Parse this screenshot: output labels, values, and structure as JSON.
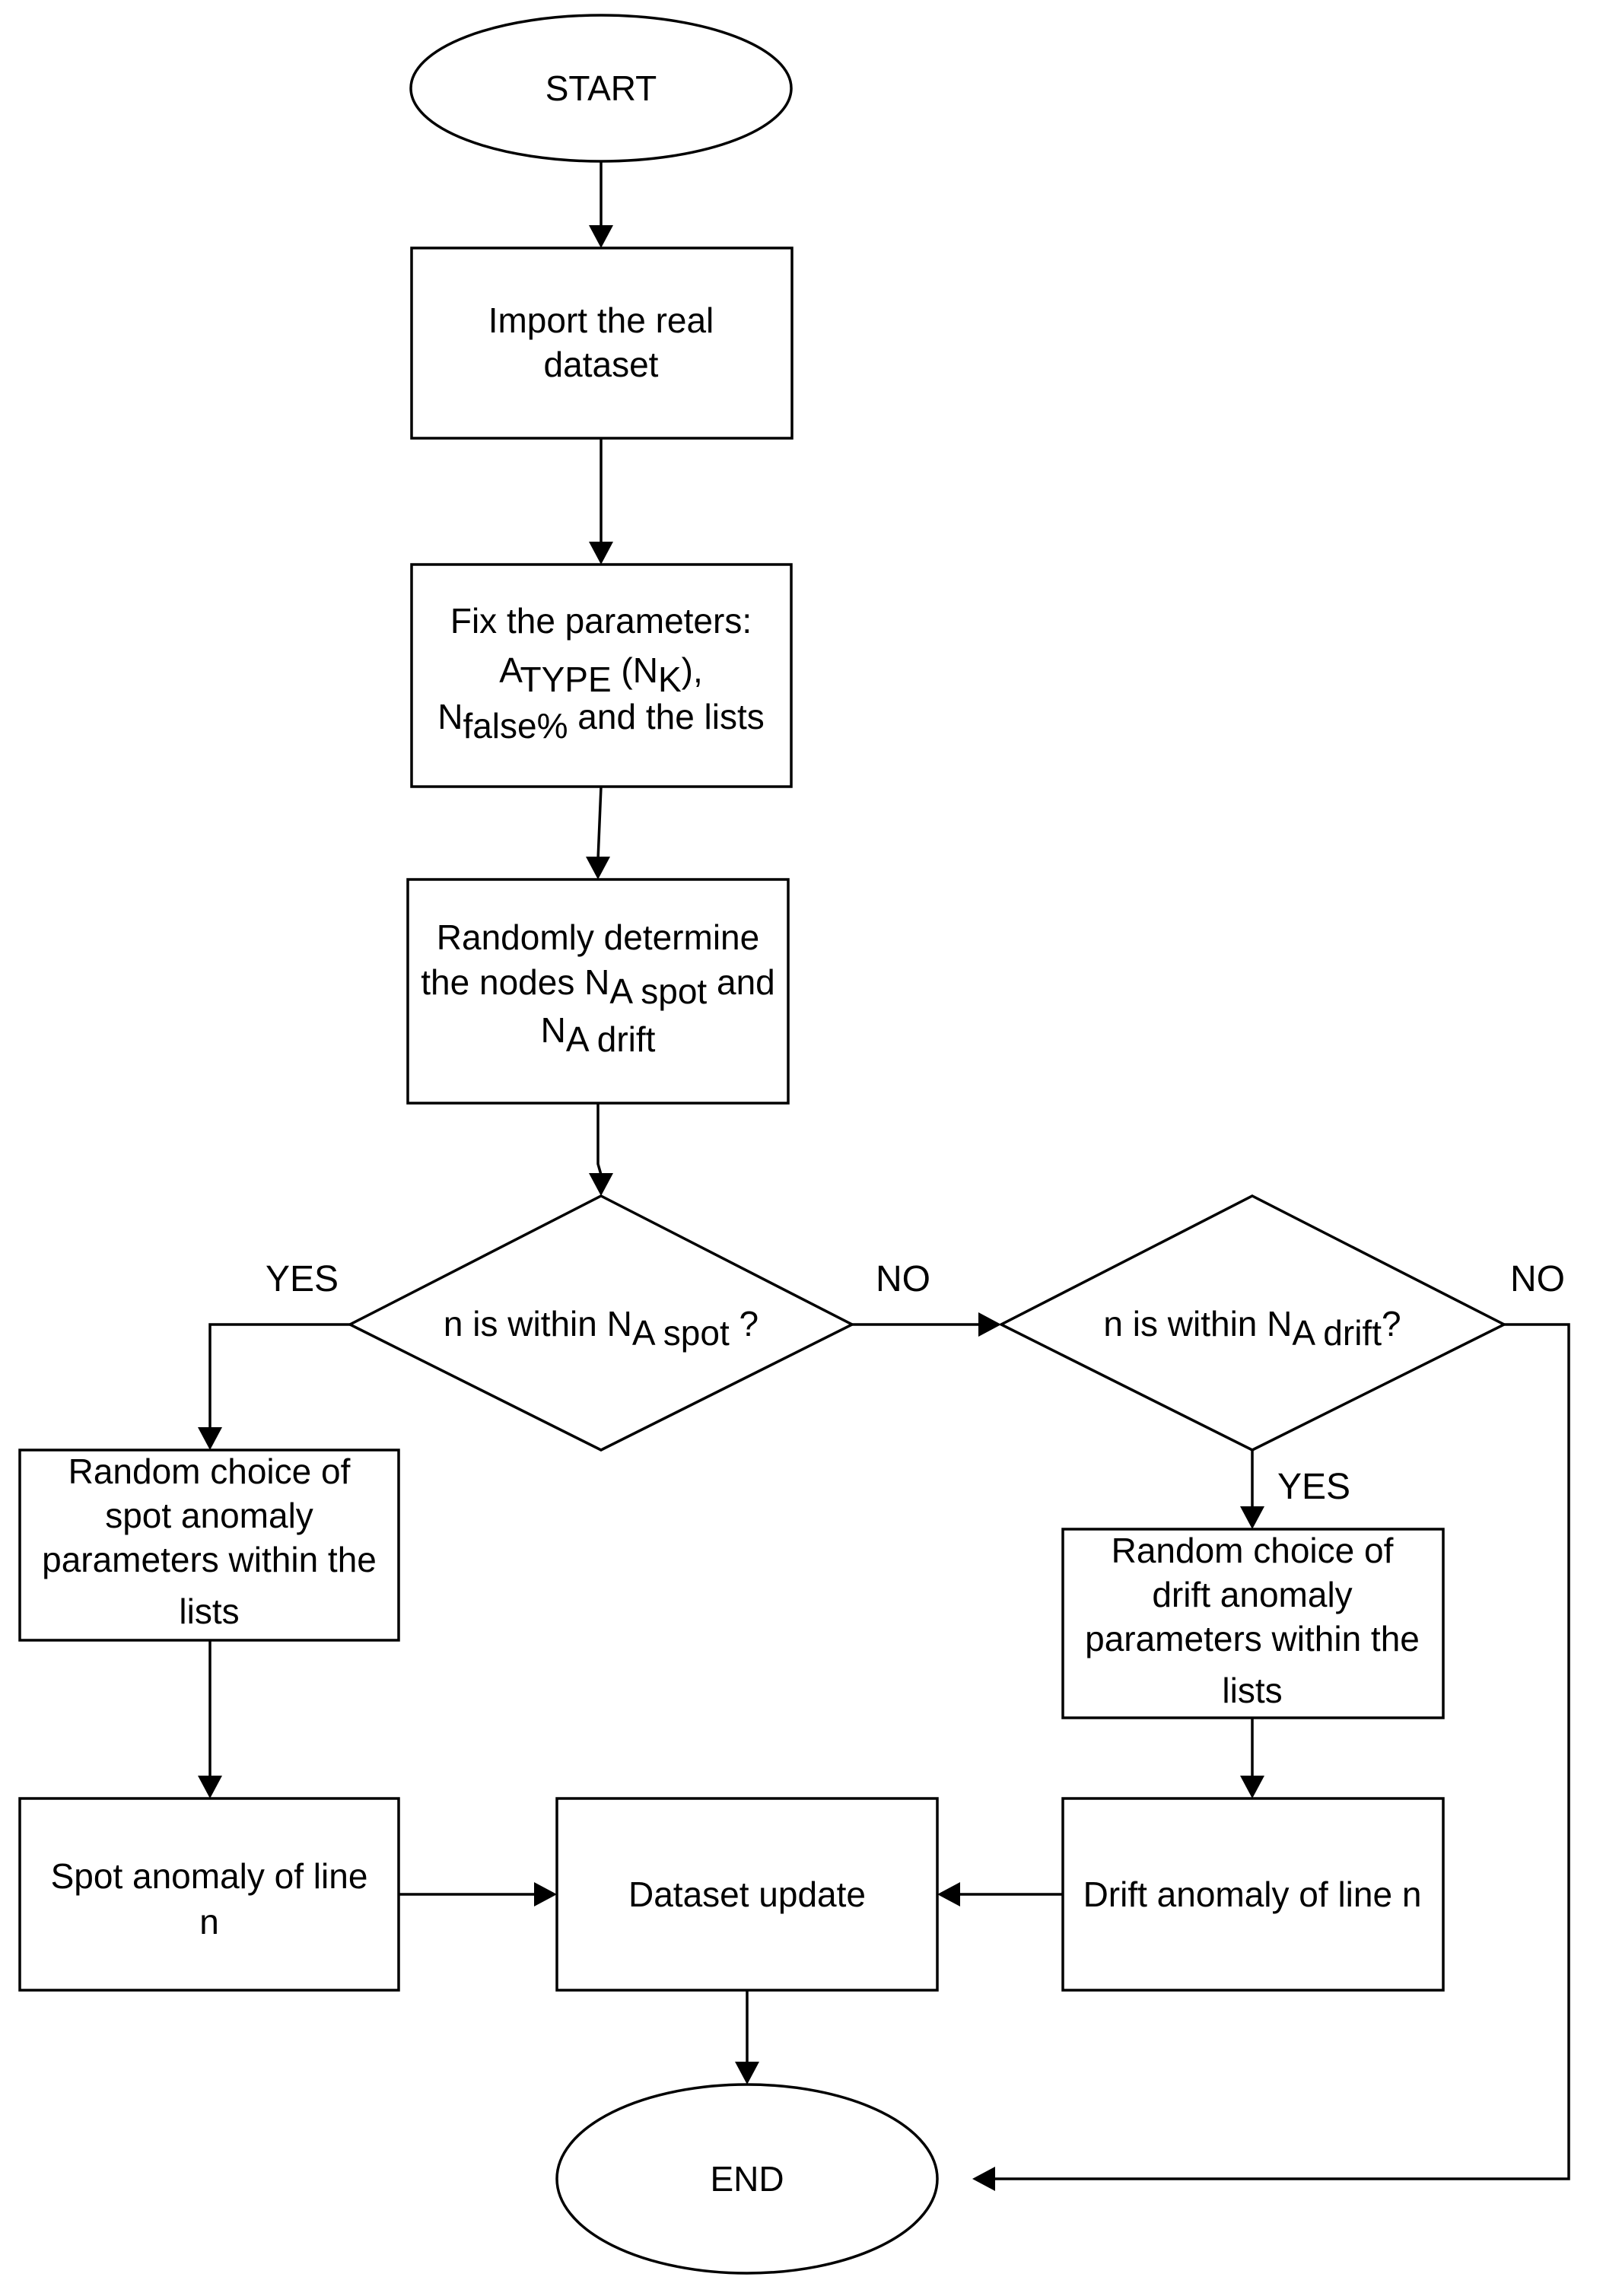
{
  "nodes": {
    "start": {
      "label": "START"
    },
    "import": {
      "line1": "Import the real",
      "line2": "dataset"
    },
    "fix": {
      "line1": "Fix the parameters:",
      "a": "A",
      "a_sub": "TYPE",
      "nk_open": " (N",
      "nk_sub": "K",
      "nk_close": "),",
      "n": "N",
      "n_sub": "false%",
      "n_rest": " and the lists"
    },
    "randomly": {
      "line1": "Randomly determine",
      "line2_pre": "the nodes N",
      "line2_sub": "A spot",
      "line2_post": " and",
      "line3_n": "N",
      "line3_sub": "A drift"
    },
    "decision_spot": {
      "pre": "n  is within N",
      "sub": "A spot",
      "post": " ?"
    },
    "decision_drift": {
      "pre": "n  is within N",
      "sub": "A drift",
      "post": "?"
    },
    "spot_choice": {
      "line1": "Random choice of",
      "line2": "spot anomaly",
      "line3": "parameters within the",
      "line4": "lists"
    },
    "drift_choice": {
      "line1": "Random choice of",
      "line2": "drift anomaly",
      "line3": "parameters within the",
      "line4": "lists"
    },
    "spot_line": {
      "line1": "Spot anomaly of line",
      "line2": "n"
    },
    "update": {
      "label": "Dataset update"
    },
    "drift_line": {
      "label": "Drift anomaly of line n"
    },
    "end": {
      "label": "END"
    }
  },
  "edge_labels": {
    "spot_yes": "YES",
    "spot_no": "NO",
    "drift_yes": "YES",
    "drift_no": "NO"
  }
}
